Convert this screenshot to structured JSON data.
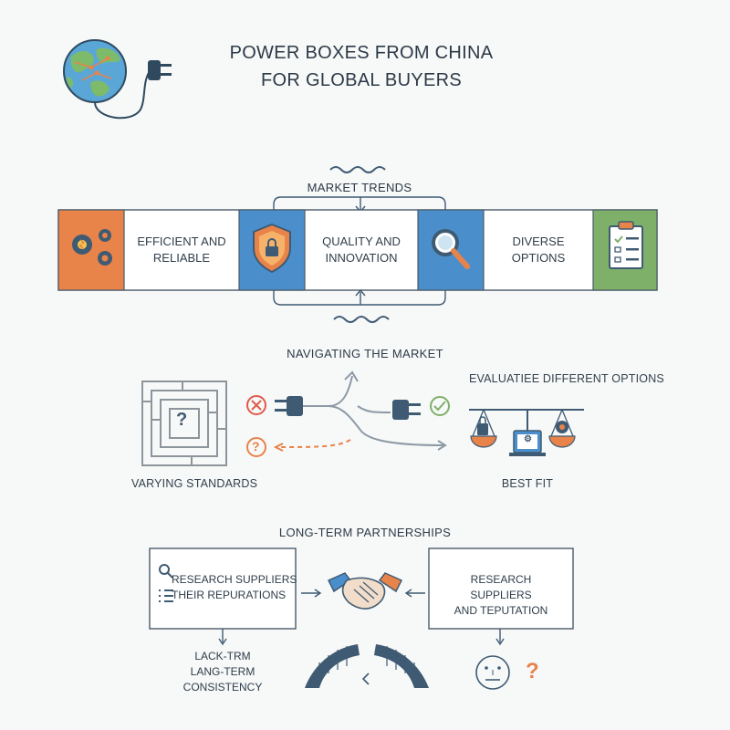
{
  "title": {
    "line1": "POWER BOXES FROM CHINA",
    "line2": "FOR GLOBAL BUYERS"
  },
  "market": {
    "label": "MARKET TRENDS",
    "items": [
      {
        "line1": "EFFICIENT AND",
        "line2": "RELIABLE",
        "icon": "gears-icon",
        "color": "#e8834a"
      },
      {
        "line1": "QUALITY AND",
        "line2": "INNOVATION",
        "icon": "shield-lock-icon",
        "color": "#4a8fcb"
      },
      {
        "line1": "DIVERSE",
        "line2": "OPTIONS",
        "icon": "clipboard-checklist-icon",
        "color": "#7fb069"
      }
    ],
    "magnifier_icon": "magnifier-icon"
  },
  "navigating": {
    "title": "NAVIGATING THE MARKET",
    "left_label": "VARYING STANDARDS",
    "right_title": "EVALUATIEE DIFFERENT OPTIONS",
    "right_label": "BEST FIT",
    "maze_symbol": "?",
    "question_symbol": "?"
  },
  "partnerships": {
    "title": "LONG-TERM PARTNERSHIPS",
    "left_box": {
      "line1": "RESEARCH SUPPLIERS",
      "line2": "THEIR REPURATIONS"
    },
    "right_box": {
      "line1": "RESEARCH SUPPLIERS",
      "line2": "AND TEPUTATION"
    },
    "bottom_left": {
      "line1": "LACK-TRM",
      "line2": "LANG-TERM",
      "line3": "CONSISTENCY"
    },
    "question_symbol": "?"
  },
  "colors": {
    "orange": "#e8834a",
    "blue": "#4a8fcb",
    "green": "#7fb069",
    "navy": "#3f5b73",
    "red": "#e05a4a"
  }
}
